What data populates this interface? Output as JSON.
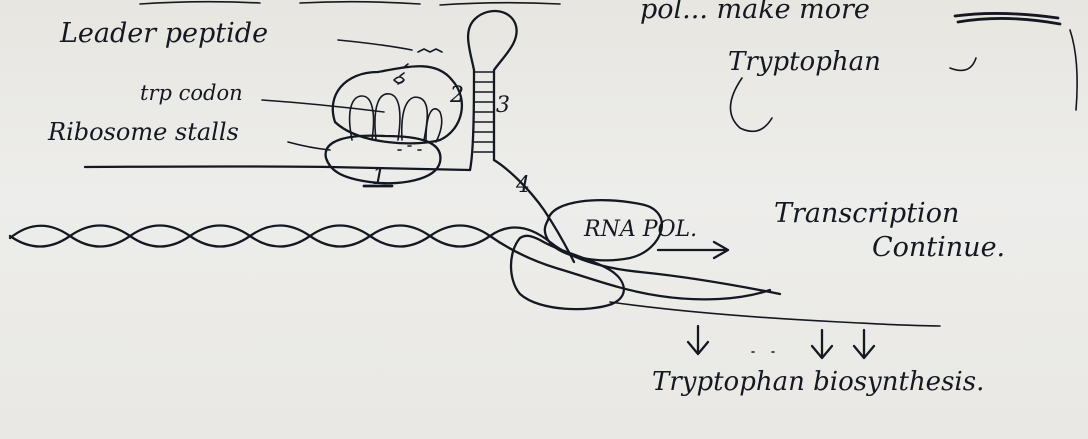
{
  "labels": {
    "top_fragment": "pol... make more",
    "leader_peptide": "Leader peptide",
    "tryptophan": "Tryptophan",
    "trp_codon": "trp codon",
    "ribosome_stalls": "Ribosome stalls",
    "region_1": "1",
    "region_2": "2",
    "region_3": "3",
    "region_4": "4",
    "rna_pol": "RNA POL.",
    "transcription": "Transcription",
    "continue": "Continue.",
    "biosynthesis": "Tryptophan biosynthesis."
  }
}
